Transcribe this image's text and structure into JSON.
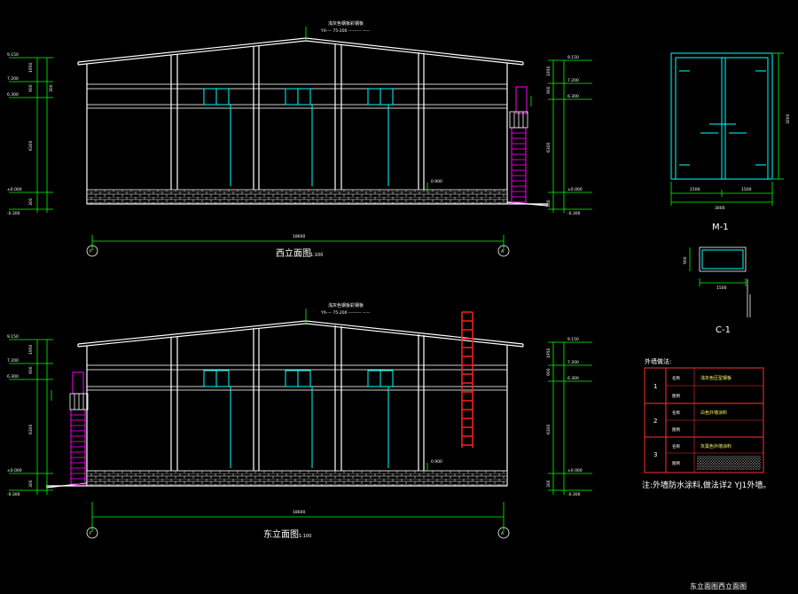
{
  "drawing": {
    "sheet_title": "东立面图西立面图",
    "colors": {
      "bg": "#000000",
      "line": "#ffffff",
      "dim": "#00ff00",
      "window": "#00ffff",
      "stair": "#ff00ff",
      "ladder": "#ff2020",
      "text_accent": "#ffff00"
    }
  },
  "west": {
    "title": "西立面图",
    "scale": "1:100",
    "axis_left": "F",
    "axis_right": "A",
    "ridge_note": "浅灰色钢板彩钢板",
    "ridge_sub": "YX---- 75-200 --------- -----",
    "overall_dim": "18600",
    "left_levels": [
      "9.150",
      "7.200",
      "6.300",
      "±0.000",
      "-0.300"
    ],
    "left_dims": [
      "1950",
      "900",
      "300",
      "6300",
      "300"
    ],
    "right_levels": [
      "9.150",
      "7.200",
      "6.300",
      "±0.000",
      "-0.300"
    ],
    "right_dims": [
      "1950",
      "900",
      "6300",
      "300"
    ],
    "inner_level": "0.900"
  },
  "east": {
    "title": "东立面图",
    "scale": "1:100",
    "axis_left": "F",
    "axis_right": "A",
    "ridge_note": "浅灰色钢板彩钢板",
    "ridge_sub": "YX---- 75-200 --------- -----",
    "overall_dim": "18600",
    "left_levels": [
      "9.150",
      "7.200",
      "6.300",
      "±0.000",
      "-0.300"
    ],
    "left_dims": [
      "1950",
      "900",
      "6300",
      "300"
    ],
    "right_levels": [
      "9.150",
      "7.200",
      "6.300",
      "±0.000",
      "-0.300"
    ],
    "right_dims": [
      "1950",
      "900",
      "6300",
      "300"
    ],
    "inner_level": "0.900"
  },
  "door_m1": {
    "label": "M-1",
    "dim_width": "3000",
    "dim_left": "1500",
    "dim_right": "1500",
    "dim_height": "3000"
  },
  "window_c1": {
    "label": "C-1",
    "dim_width": "1500",
    "dim_height": "900"
  },
  "legend": {
    "title": "外墙做法:",
    "rows": [
      {
        "no": "1",
        "k1": "名称",
        "v1": "浅灰色压型钢板",
        "k2": "图例",
        "v2": ""
      },
      {
        "no": "2",
        "k1": "名称",
        "v1": "白色外墙涂料",
        "k2": "图例",
        "v2": ""
      },
      {
        "no": "3",
        "k1": "名称",
        "v1": "灰黑色外墙涂料",
        "k2": "图例",
        "v2": ""
      }
    ],
    "footnote": "注:外墙防水涂料,做法详2 YJ1外墙。"
  }
}
